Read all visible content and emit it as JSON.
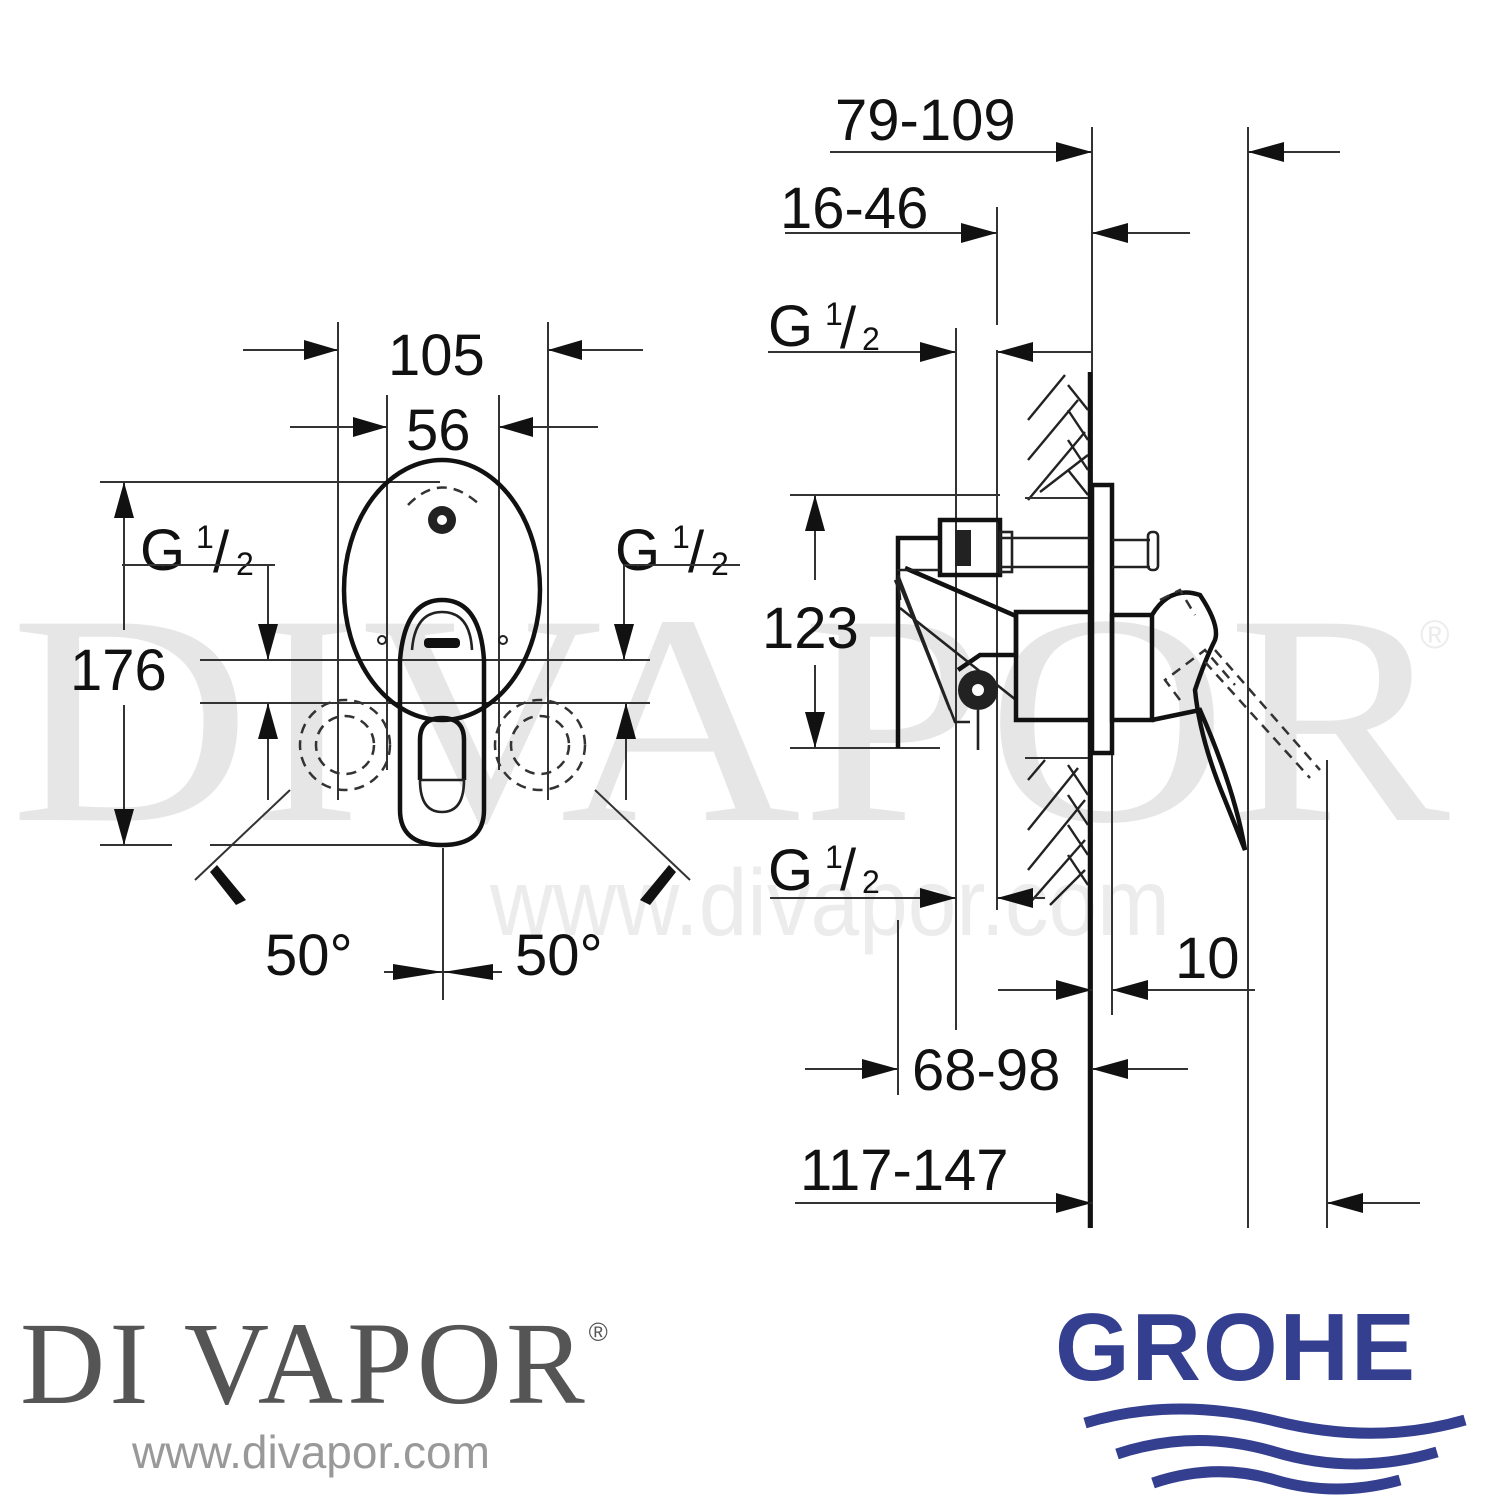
{
  "watermark": {
    "text": "DIVAPOR",
    "registered_mark": "®",
    "url": "www.divapor.com"
  },
  "front_view": {
    "width_overall": "105",
    "width_inner": "56",
    "height_overall": "176",
    "thread_left": {
      "letter": "G",
      "numerator": "1",
      "denominator": "2"
    },
    "thread_right": {
      "letter": "G",
      "numerator": "1",
      "denominator": "2"
    },
    "angle_left": "50°",
    "angle_right": "50°"
  },
  "side_view": {
    "depth_79_109": "79-109",
    "depth_16_46": "16-46",
    "thread_top": {
      "letter": "G",
      "numerator": "1",
      "denominator": "2"
    },
    "height_123": "123",
    "thread_bottom": {
      "letter": "G",
      "numerator": "1",
      "denominator": "2"
    },
    "plate_10": "10",
    "depth_68_98": "68-98",
    "depth_117_147": "117-147"
  },
  "footer": {
    "divapor_logo": {
      "name": "DI VAPOR",
      "reg": "®",
      "url": "www.divapor.com",
      "color": "#555555"
    },
    "grohe_logo": {
      "name": "GROHE",
      "color": "#343f8f"
    }
  }
}
